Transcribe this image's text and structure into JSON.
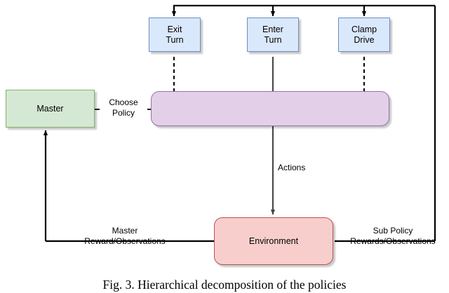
{
  "figure": {
    "caption": "Fig. 3.  Hierarchical decomposition of the policies",
    "type": "block-diagram"
  },
  "sub_policies": [
    {
      "id": "exit-turn",
      "label_line1": "Exit",
      "label_line2": "Turn",
      "connector": "dashed",
      "node": "hollow"
    },
    {
      "id": "enter-turn",
      "label_line1": "Enter",
      "label_line2": "Turn",
      "connector": "solid",
      "node": "filled"
    },
    {
      "id": "clamp-drive",
      "label_line1": "Clamp",
      "label_line2": "Drive",
      "connector": "dashed",
      "node": "hollow"
    }
  ],
  "master": {
    "label": "Master"
  },
  "environment": {
    "label": "Environment"
  },
  "policy_bar": {
    "name": "sub-policy-selector"
  },
  "edges": {
    "choose_policy_line1": "Choose",
    "choose_policy_line2": "Policy",
    "actions": "Actions",
    "master_feedback_line1": "Master",
    "master_feedback_line2": "Reward/Observations",
    "sub_policy_feedback_line1": "Sub Policy",
    "sub_policy_feedback_line2": "Rewards/Observations"
  },
  "colors": {
    "sub_policy_fill": "#dae8fc",
    "sub_policy_stroke": "#6c8ebf",
    "master_fill": "#d5e8d4",
    "master_stroke": "#82b366",
    "environment_fill": "#f8cecc",
    "environment_stroke": "#b85450",
    "policy_bar_fill": "#e3d0e8",
    "policy_bar_stroke": "#9673a6",
    "line": "#000000"
  }
}
